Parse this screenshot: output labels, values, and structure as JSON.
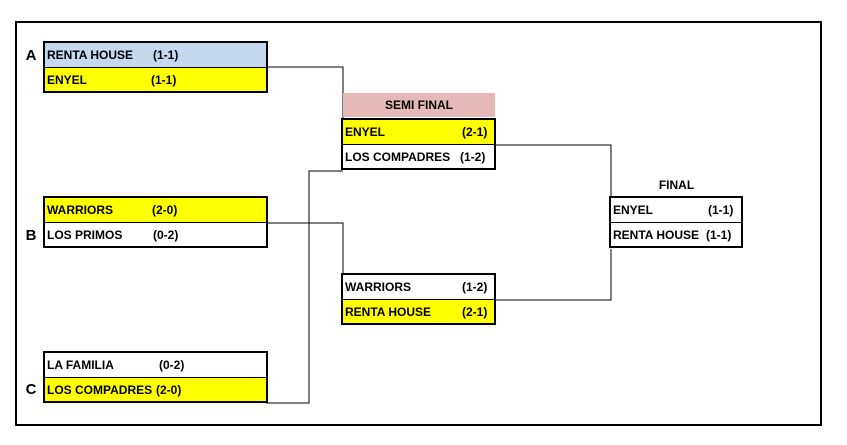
{
  "groups": [
    {
      "label": "A"
    },
    {
      "label": "B"
    },
    {
      "label": "C"
    }
  ],
  "group_a": [
    {
      "team": "RENTA HOUSE",
      "record": "(1-1)"
    },
    {
      "team": "ENYEL",
      "record": "(1-1)"
    }
  ],
  "group_b": [
    {
      "team": "WARRIORS",
      "record": "(2-0)"
    },
    {
      "team": "LOS PRIMOS",
      "record": "(0-2)"
    }
  ],
  "group_c": [
    {
      "team": "LA FAMILIA",
      "record": "(0-2)"
    },
    {
      "team": "LOS COMPADRES",
      "record": "(2-0)"
    }
  ],
  "semi_final": {
    "title": "SEMI FINAL",
    "match1": [
      {
        "team": "ENYEL",
        "record": "(2-1)"
      },
      {
        "team": "LOS COMPADRES",
        "record": "(1-2)"
      }
    ],
    "match2": [
      {
        "team": "WARRIORS",
        "record": "(1-2)"
      },
      {
        "team": "RENTA HOUSE",
        "record": "(2-1)"
      }
    ]
  },
  "final": {
    "title": "FINAL",
    "match": [
      {
        "team": "ENYEL",
        "record": "(1-1)"
      },
      {
        "team": "RENTA HOUSE",
        "record": "(1-1)"
      }
    ]
  },
  "colors": {
    "advance": "#ffff00",
    "first_row": "#c5d8ee",
    "semi_header": "#e6b8b7",
    "line": "#000000"
  }
}
